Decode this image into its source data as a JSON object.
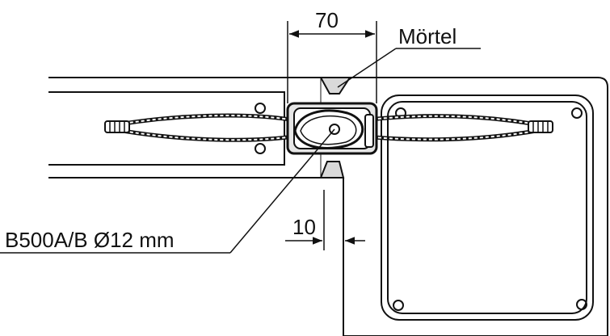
{
  "labels": {
    "width_dimension": "70",
    "gap_dimension": "10",
    "material_label": "Mörtel",
    "rebar_label": "B500A/B Ø12 mm"
  },
  "colors": {
    "line": "#111111",
    "fill": "#ffffff",
    "mortar": "#d9d9d9",
    "box": "#e6e6e6"
  }
}
